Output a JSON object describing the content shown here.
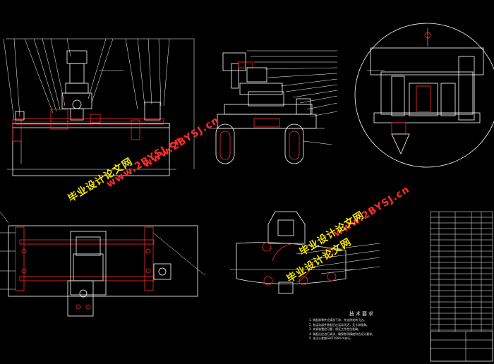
{
  "watermarks": [
    {
      "text": "毕业设计论文网"
    },
    {
      "text": "www.2BYSJ.cn"
    },
    {
      "text": "毕业设计论文网"
    },
    {
      "text": "www.2BYSJ.cn"
    },
    {
      "text": "毕业设计论文网"
    },
    {
      "text": "www.2BYSJ.cn"
    }
  ],
  "notes": {
    "title": "技术要求",
    "lines": [
      "1. 装配前零件应清洗干净，并去除毛刺飞边。",
      "2. 各运动部件装配后应运动灵活，无卡滞现象。",
      "3. 夹紧装置应可靠，保证工件定位准确。",
      "4. 装配后应进行调试，确保各项精度符合设计要求。",
      "5. 未注公差按GB/T1804-m执行。"
    ]
  },
  "colors": {
    "background": "#000000",
    "line": "#ffffff",
    "part": "#ff2b2b",
    "watermark_cn": "#f2e600",
    "watermark_url": "#ff2b2b"
  }
}
